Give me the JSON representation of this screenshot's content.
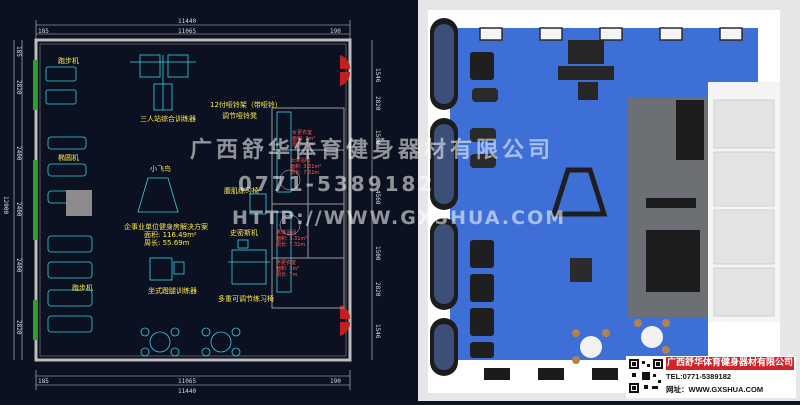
{
  "cad": {
    "dims_top": {
      "total": "11440",
      "inner": "11065",
      "left": "185",
      "right": "190"
    },
    "dims_bottom": {
      "total": "11440",
      "inner": "11065",
      "left": "185",
      "right": "190"
    },
    "dims_left": {
      "total": "12000",
      "segs": [
        "2820",
        "2400",
        "2400",
        "2400",
        "2820"
      ],
      "end": "185"
    },
    "dims_right": [
      "1546",
      "2820",
      "1500",
      "4560",
      "1500",
      "2820",
      "1546"
    ],
    "labels": {
      "treadmill_top": "跑步机",
      "elliptical": "椭圆机",
      "treadmill_bottom": "跑步机",
      "three_station": "三人站综合训练器",
      "flyer": "小飞鸟",
      "seated_leg": "坐式蹬腿训练器",
      "dumbbell_rack": "12付哑铃架（带哑铃）",
      "adj_dumbbell": "调节哑铃凳",
      "abs_bench": "腹肌练习椅",
      "smith": "史密斯机",
      "multi_bench": "多重可调节练习椅",
      "plan_title": "企事业单位健身房解决方案",
      "plan_area": "面积: 116.49m²",
      "plan_perimeter": "周长: 55.69m"
    },
    "rooms": [
      {
        "name": "女更衣室",
        "area": "面积: 3m²",
        "perimeter": "周长: 7m"
      },
      {
        "name": "女淋浴间",
        "area": "面积: 3.31m²",
        "perimeter": "周长: 7.31m"
      },
      {
        "name": "男淋浴间",
        "area": "面积: 3.31m²",
        "perimeter": "周长: 7.31m"
      },
      {
        "name": "男更衣室",
        "area": "面积: 3m²",
        "perimeter": "周长: 7m"
      }
    ]
  },
  "watermark": {
    "company": "广西舒华体育健身器材有限公司",
    "phone": "0771-5389182",
    "url": "HTTP://WWW.GXSHUA.COM"
  },
  "contact": {
    "company": "广西舒华体育健身器材有限公司",
    "tel": "TEL:0771-5389182",
    "site": "网址：WWW.GXSHUA.COM"
  },
  "colors": {
    "floor": "#3e6fd6",
    "wall": "#f4f4f4",
    "cad_bg": "#0b1120",
    "cad_line": "#36d0e6",
    "label": "#ffe84a",
    "brand_red": "#d3232a"
  }
}
